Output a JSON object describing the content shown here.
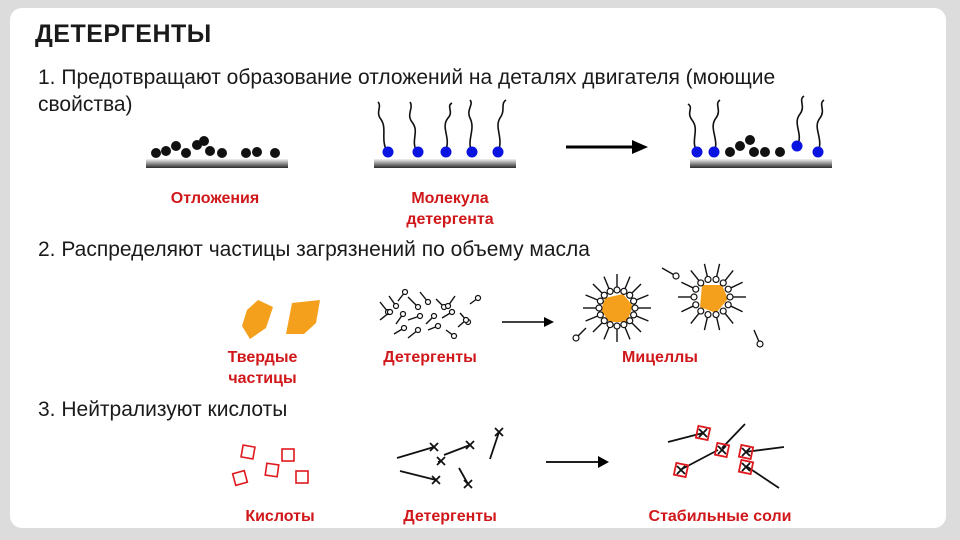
{
  "title": "ДЕТЕРГЕНТЫ",
  "points": [
    {
      "number": "1.",
      "line1": "Предотвращают образование отложений на деталях двигателя (моющие",
      "line2": "свойства)"
    },
    {
      "number": "2.",
      "line1": "Распределяют частицы загрязнений по объему масла"
    },
    {
      "number": "3.",
      "line1": "Нейтрализуют кислоты"
    }
  ],
  "labels": {
    "deposits": "Отложения",
    "molecule_1": "Молекула",
    "molecule_2": "детергента",
    "solids_1": "Твердые",
    "solids_2": "частицы",
    "detergents_2": "Детергенты",
    "micelles": "Мицеллы",
    "acids": "Кислоты",
    "detergents_3": "Детергенты",
    "salts": "Стабильные соли"
  },
  "colors": {
    "caption": "#d0181b",
    "head_blue": "#0a14e0",
    "particle_orange": "#f5a01c",
    "acid_red": "#e0191e",
    "deposit_black": "#111111"
  }
}
